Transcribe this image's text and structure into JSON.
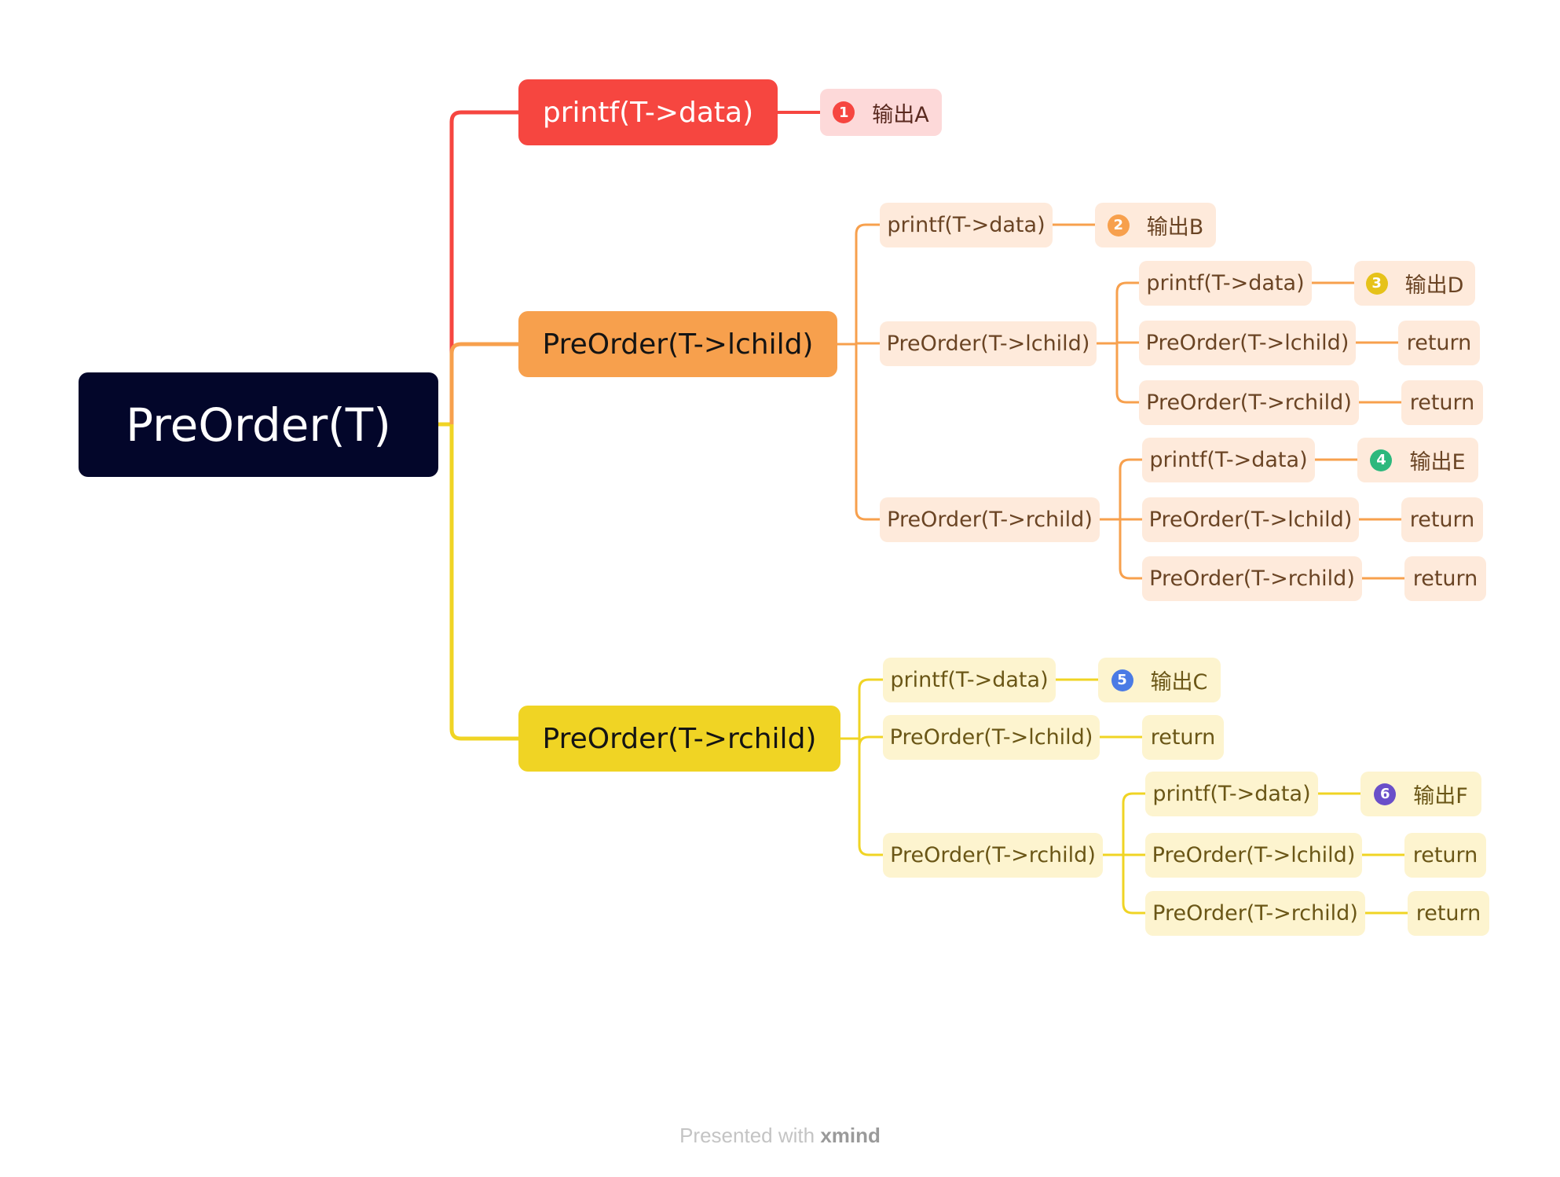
{
  "colors": {
    "red": "#f64640",
    "orange": "#f7a04d",
    "yellow": "#f0d424",
    "root": "#03062a"
  },
  "root": {
    "label": "PreOrder(T)"
  },
  "branch_red": {
    "label": "printf(T->data)",
    "output": {
      "badge": "1",
      "badge_color": "#f64640",
      "text": "输出A"
    }
  },
  "branch_orange": {
    "label": "PreOrder(T->lchild)",
    "print": {
      "label": "printf(T->data)",
      "output": {
        "badge": "2",
        "badge_color": "#f7a04d",
        "text": "输出B"
      }
    },
    "left": {
      "label": "PreOrder(T->lchild)",
      "print": {
        "label": "printf(T->data)",
        "output": {
          "badge": "3",
          "badge_color": "#e6c21a",
          "text": "输出D"
        }
      },
      "left": {
        "label": "PreOrder(T->lchild)",
        "ret": "return"
      },
      "right": {
        "label": "PreOrder(T->rchild)",
        "ret": "return"
      }
    },
    "right": {
      "label": "PreOrder(T->rchild)",
      "print": {
        "label": "printf(T->data)",
        "output": {
          "badge": "4",
          "badge_color": "#2db87d",
          "text": "输出E"
        }
      },
      "left": {
        "label": "PreOrder(T->lchild)",
        "ret": "return"
      },
      "right": {
        "label": "PreOrder(T->rchild)",
        "ret": "return"
      }
    }
  },
  "branch_yellow": {
    "label": "PreOrder(T->rchild)",
    "print": {
      "label": "printf(T->data)",
      "output": {
        "badge": "5",
        "badge_color": "#4b7be5",
        "text": "输出C"
      }
    },
    "left": {
      "label": "PreOrder(T->lchild)",
      "ret": "return"
    },
    "right": {
      "label": "PreOrder(T->rchild)",
      "print": {
        "label": "printf(T->data)",
        "output": {
          "badge": "6",
          "badge_color": "#6a4fc9",
          "text": "输出F"
        }
      },
      "left": {
        "label": "PreOrder(T->lchild)",
        "ret": "return"
      },
      "right": {
        "label": "PreOrder(T->rchild)",
        "ret": "return"
      }
    }
  },
  "footer": {
    "prefix": "Presented with",
    "brand": "xmind"
  }
}
